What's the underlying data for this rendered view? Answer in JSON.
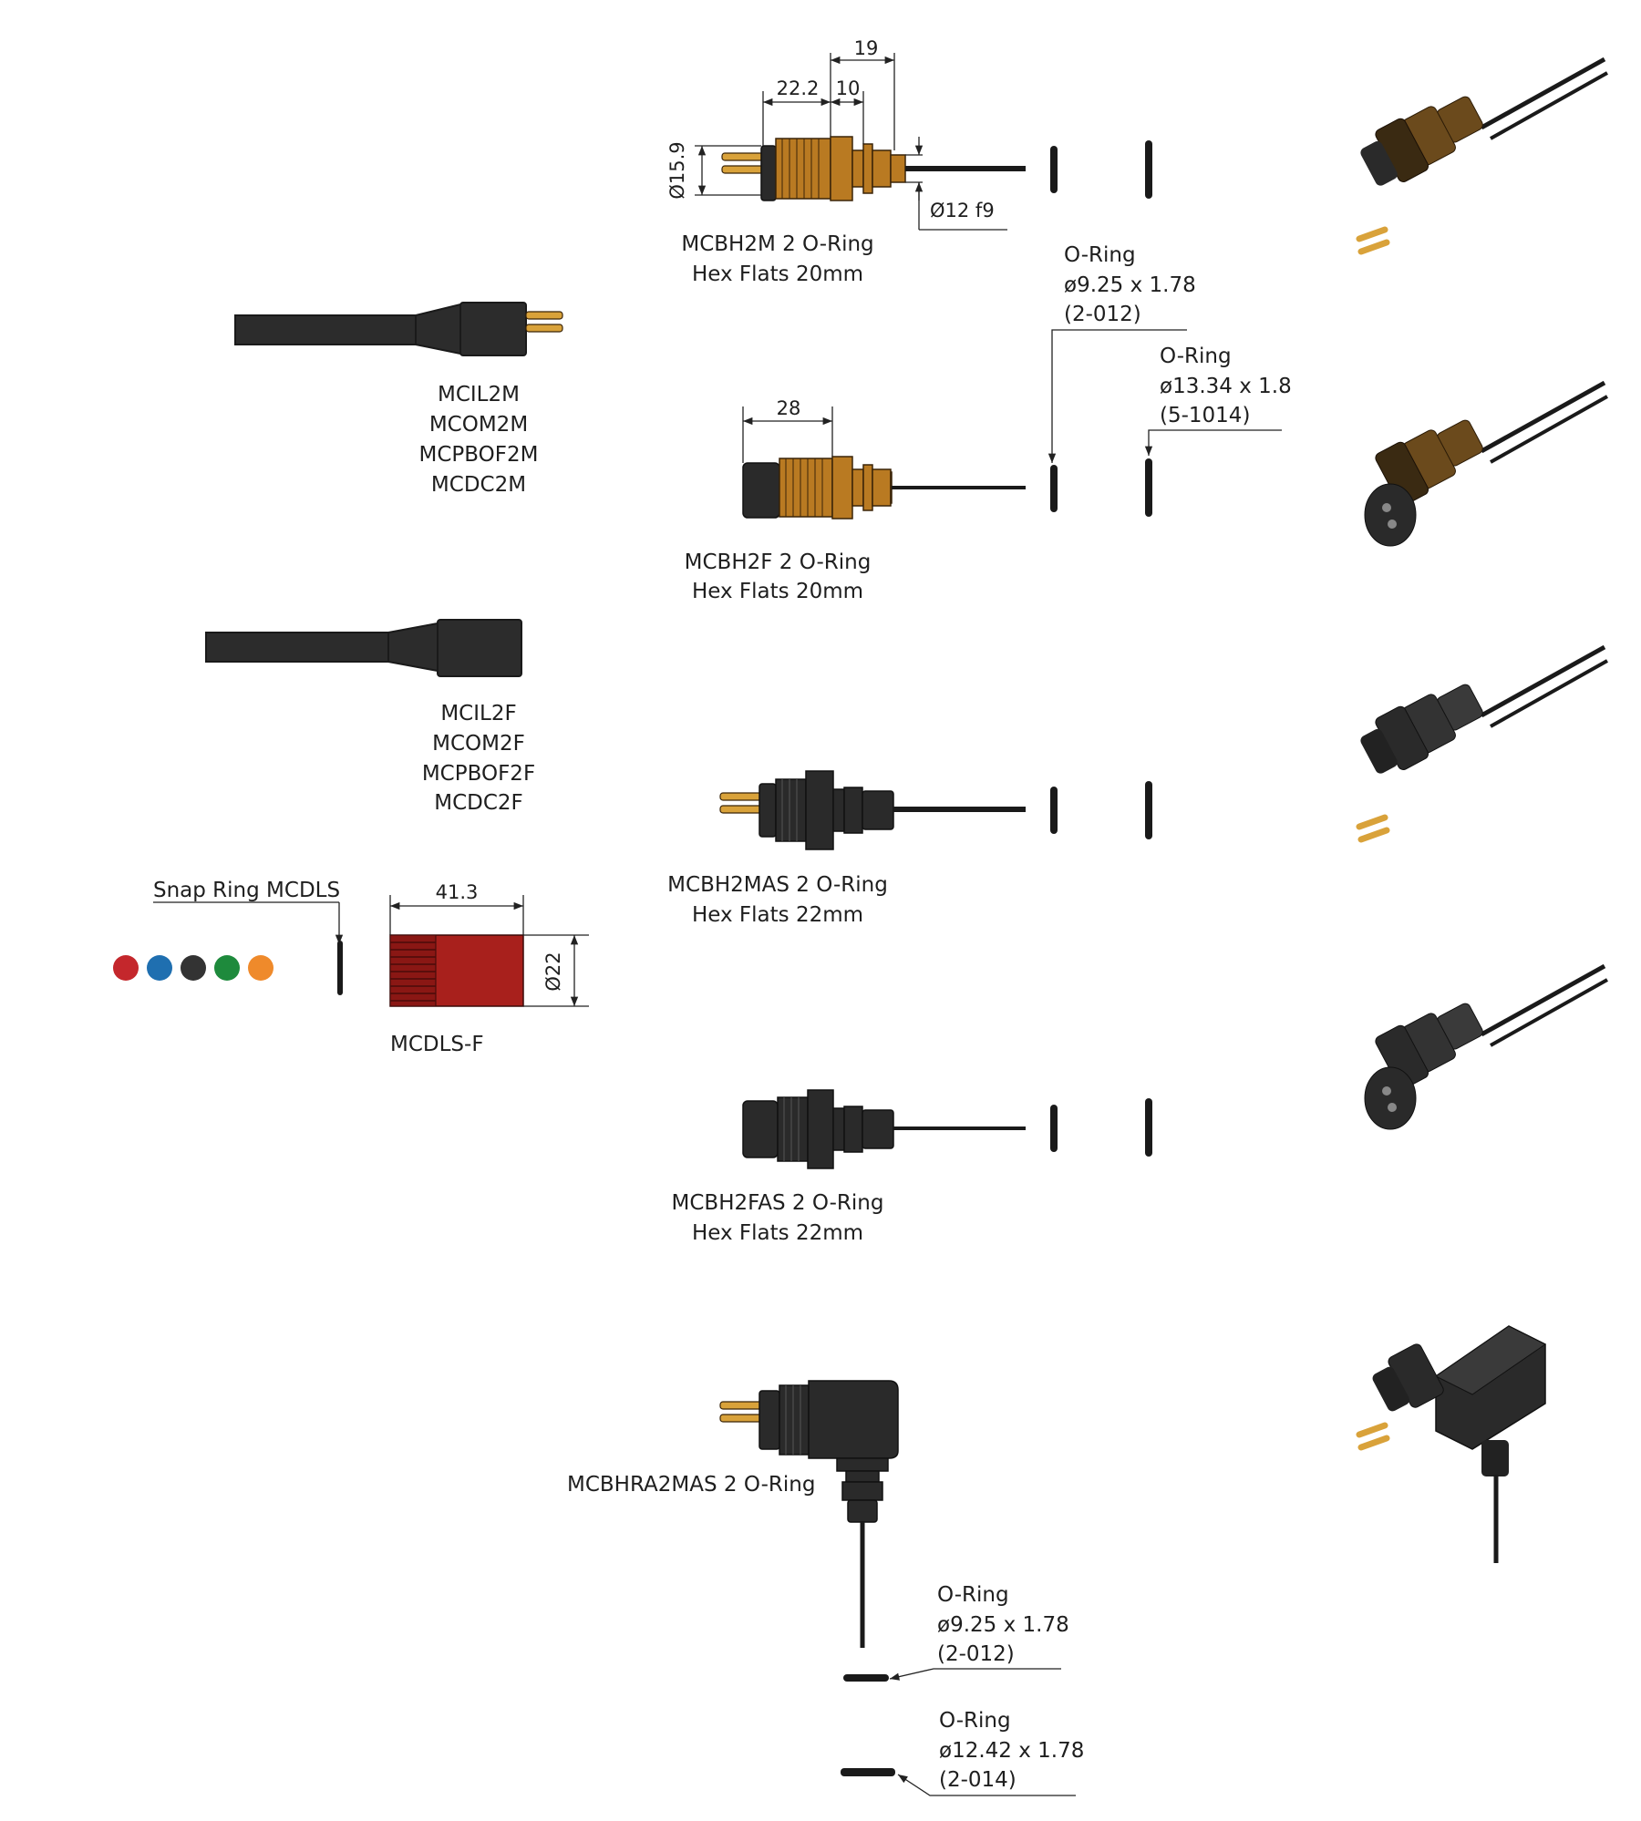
{
  "colors": {
    "brass": "#b97a22",
    "black": "#2a2a2a",
    "red": "#a8201c",
    "snap_rings": [
      "#c4272c",
      "#1f6fb0",
      "#333333",
      "#1e8a3c",
      "#ef8a2b"
    ]
  },
  "top_dims": {
    "d19": "19",
    "d22_2": "22.2",
    "d10": "10",
    "d15_9": "Ø15.9",
    "d12f9": "Ø12 f9"
  },
  "mcbh2m": {
    "line1": "MCBH2M 2 O-Ring",
    "line2": "Hex Flats 20mm"
  },
  "mcbh2f": {
    "dim": "28",
    "line1": "MCBH2F 2 O-Ring",
    "line2": "Hex Flats 20mm"
  },
  "mcbh2mas": {
    "line1": "MCBH2MAS 2 O-Ring",
    "line2": "Hex Flats 22mm"
  },
  "mcbh2fas": {
    "line1": "MCBH2FAS 2 O-Ring",
    "line2": "Hex Flats 22mm"
  },
  "mcbhra2mas": {
    "line1": "MCBHRA2MAS 2 O-Ring"
  },
  "oring_a": {
    "l1": "O-Ring",
    "l2": "ø9.25 x 1.78",
    "l3": "(2-012)"
  },
  "oring_b": {
    "l1": "O-Ring",
    "l2": "ø13.34 x 1.8",
    "l3": "(5-1014)"
  },
  "oring_c": {
    "l1": "O-Ring",
    "l2": "ø9.25 x 1.78",
    "l3": "(2-012)"
  },
  "oring_d": {
    "l1": "O-Ring",
    "l2": "ø12.42 x 1.78",
    "l3": "(2-014)"
  },
  "male_cables": [
    "MCIL2M",
    "MCOM2M",
    "MCPBOF2M",
    "MCDC2M"
  ],
  "female_cables": [
    "MCIL2F",
    "MCOM2F",
    "MCPBOF2F",
    "MCDC2F"
  ],
  "snap_ring": {
    "label": "Snap Ring MCDLS"
  },
  "locking_sleeve": {
    "label": "MCDLS-F",
    "dim_len": "41.3",
    "dim_dia": "Ø22"
  }
}
